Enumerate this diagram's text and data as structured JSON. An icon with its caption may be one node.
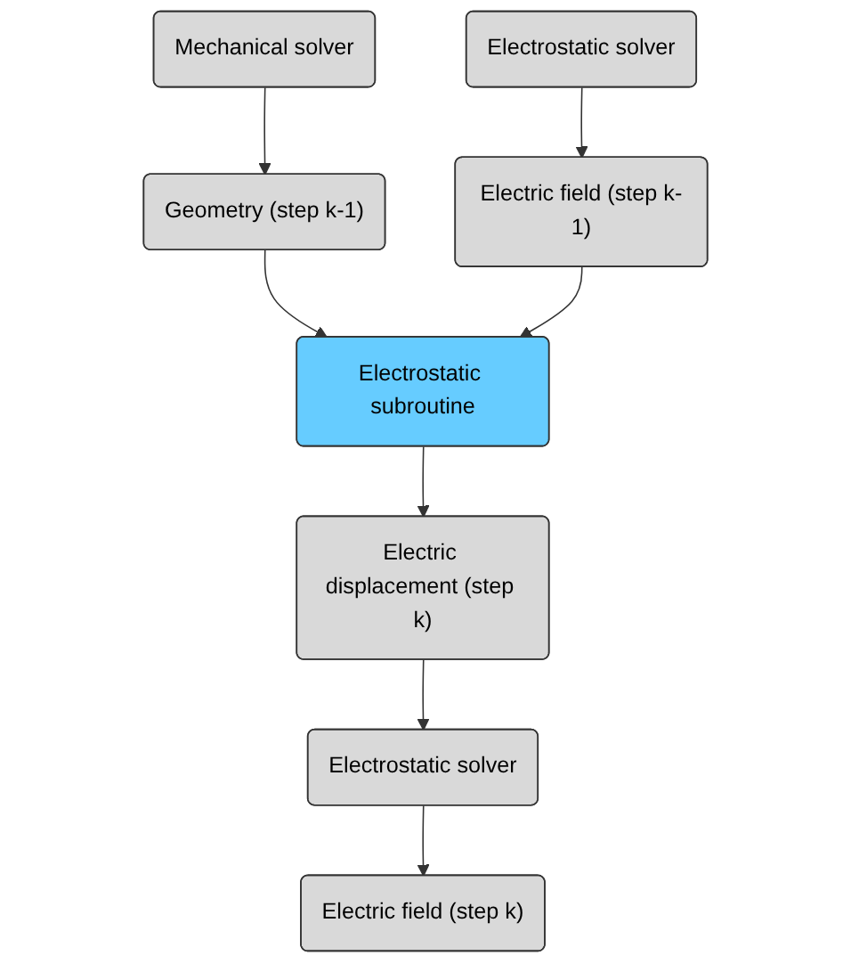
{
  "diagram": {
    "nodes": [
      {
        "text": [
          "Mechanical solver"
        ]
      },
      {
        "text": [
          "Electrostatic solver"
        ]
      },
      {
        "text": [
          "Geometry (step k-1)"
        ]
      },
      {
        "text": [
          "Electric field (step k-1)"
        ]
      },
      {
        "text": [
          "Electrostatic subroutine"
        ]
      },
      {
        "text": [
          "Electric displacement (step k)"
        ]
      },
      {
        "text": [
          "Electrostatic solver"
        ]
      },
      {
        "text": [
          "Electric field (step k)"
        ]
      }
    ],
    "edges": [
      {
        "from": 0,
        "to": 2,
        "arrow": "to"
      },
      {
        "from": 1,
        "to": 3,
        "arrow": "to"
      },
      {
        "from": 2,
        "to": 4,
        "arrow": "to"
      },
      {
        "from": 3,
        "to": 4,
        "arrow": "to"
      },
      {
        "from": 4,
        "to": 5,
        "arrow": "to"
      },
      {
        "from": 5,
        "to": 6,
        "arrow": "to"
      },
      {
        "from": 6,
        "to": 7,
        "arrow": "to"
      }
    ]
  }
}
